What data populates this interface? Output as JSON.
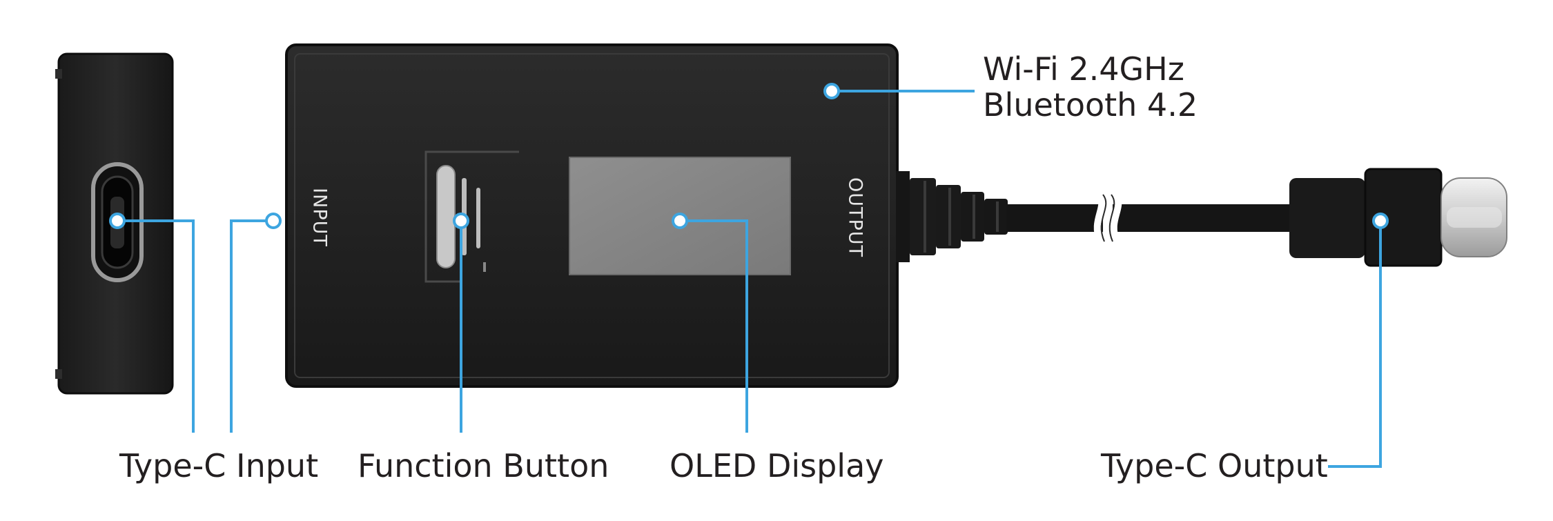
{
  "device": {
    "input_engraving": "INPUT",
    "output_engraving": "OUTPUT"
  },
  "callouts": {
    "wireless": {
      "line1": "Wi-Fi 2.4GHz",
      "line2": "Bluetooth 4.2"
    },
    "type_c_input": "Type-C Input",
    "function_button": "Function Button",
    "oled_display": "OLED Display",
    "type_c_output": "Type-C Output"
  },
  "colors": {
    "accent": "#3da5e0",
    "device_body": "#1e1e1e",
    "label_text": "#231f20"
  }
}
